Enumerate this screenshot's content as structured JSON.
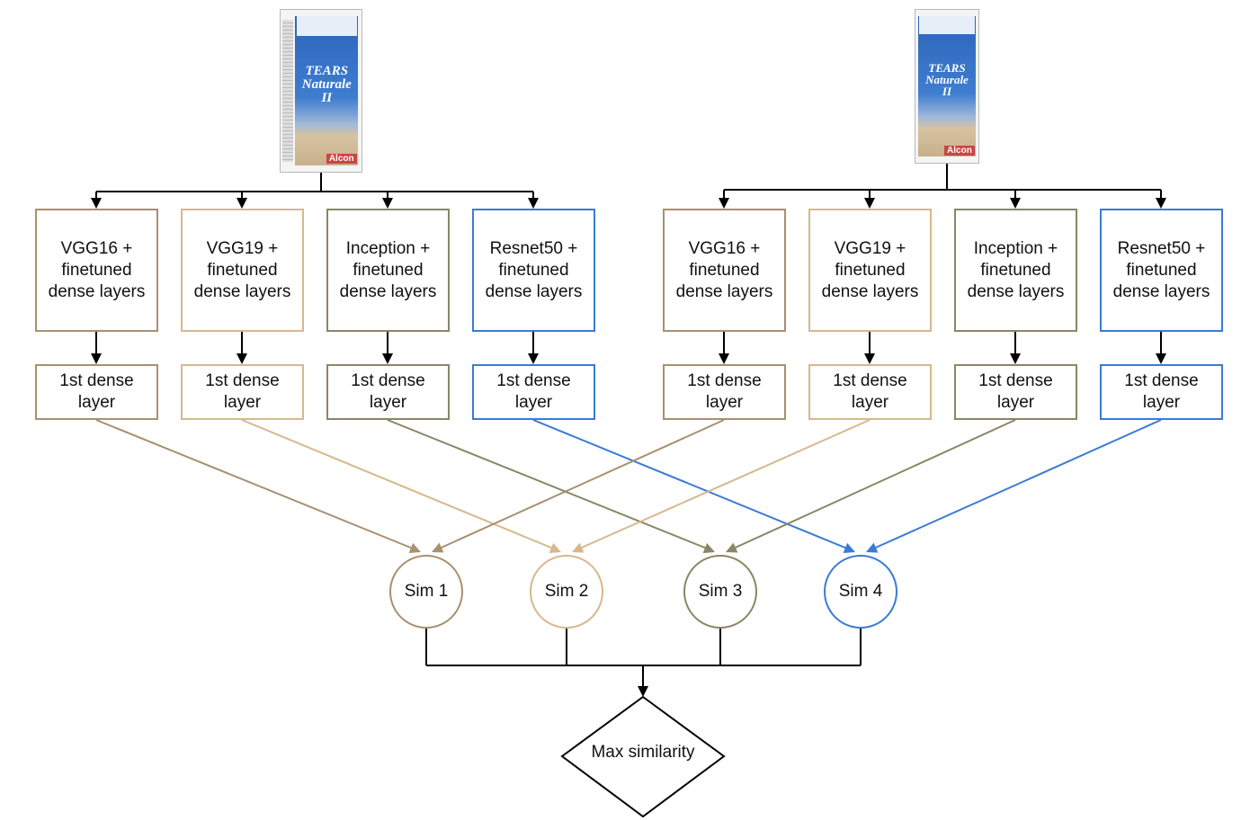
{
  "pipelines": [
    {
      "models": [
        "VGG16 +\nfinetuned\ndense layers",
        "VGG19 +\nfinetuned\ndense layers",
        "Inception +\nfinetuned\ndense layers",
        "Resnet50 +\nfinetuned\ndense layers"
      ],
      "dense": [
        "1st dense\nlayer",
        "1st dense\nlayer",
        "1st dense\nlayer",
        "1st dense\nlayer"
      ]
    },
    {
      "models": [
        "VGG16 +\nfinetuned\ndense layers",
        "VGG19 +\nfinetuned\ndense layers",
        "Inception +\nfinetuned\ndense layers",
        "Resnet50 +\nfinetuned\ndense layers"
      ],
      "dense": [
        "1st dense\nlayer",
        "1st dense\nlayer",
        "1st dense\nlayer",
        "1st dense\nlayer"
      ]
    }
  ],
  "similarities": [
    "Sim 1",
    "Sim 2",
    "Sim 3",
    "Sim 4"
  ],
  "output": "Max similarity",
  "product_images": [
    {
      "brand": "TEARS\nNaturale\nII",
      "maker": "Alcon"
    },
    {
      "brand": "TEARS\nNaturale\nII",
      "maker": "Alcon"
    }
  ],
  "colors": {
    "vgg16": "#a89070",
    "vgg19": "#d7b88c",
    "inception": "#8a8666",
    "resnet50": "#3a7bd5",
    "connector": "#000000"
  }
}
